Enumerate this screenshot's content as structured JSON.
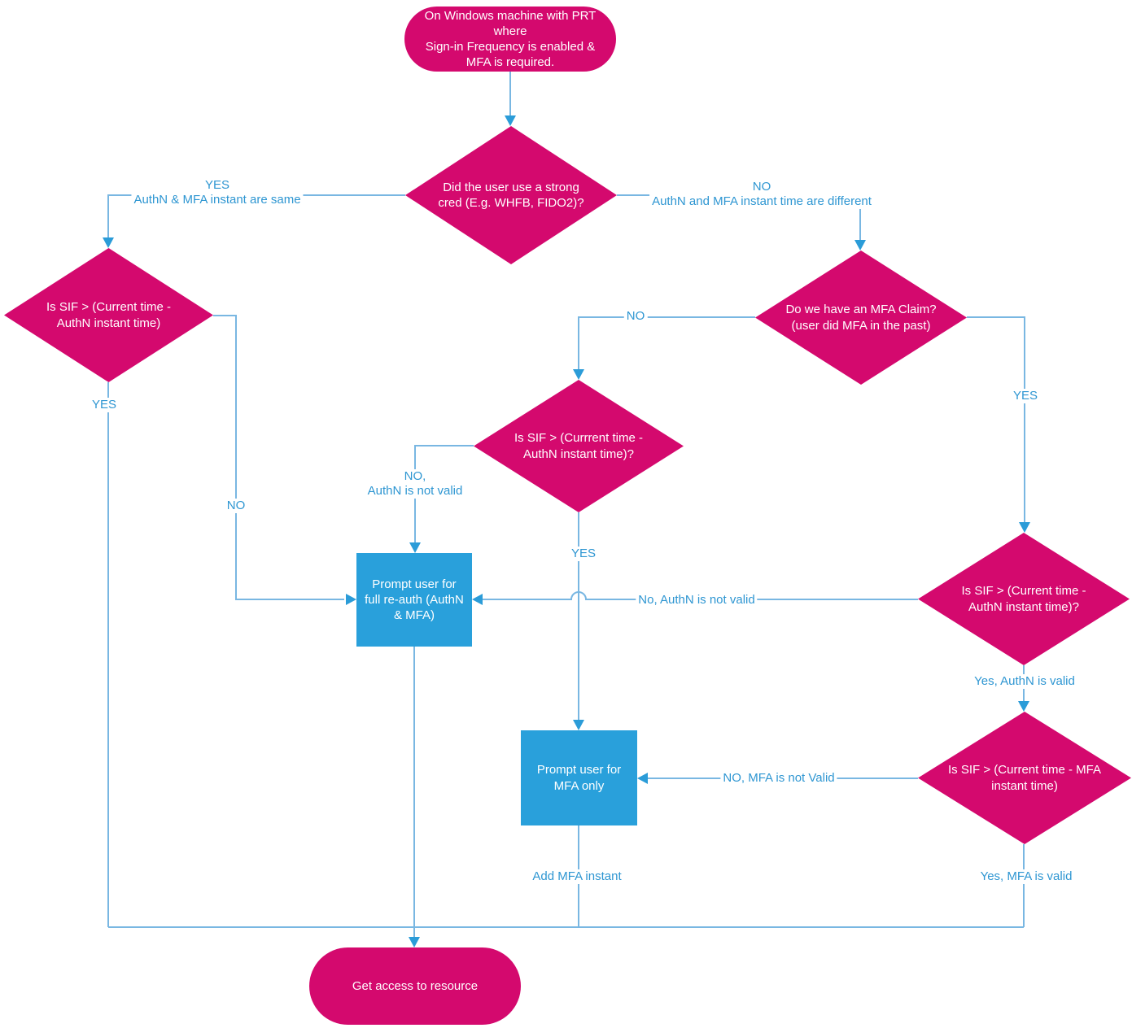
{
  "colors": {
    "node_pink": "#D4096E",
    "node_blue": "#29A0DB",
    "connector": "#79B7E2",
    "arrow": "#2B9CD8",
    "label_text": "#2E96D2",
    "node_text": "#FFFFFF"
  },
  "nodes": {
    "start": {
      "label": "On Windows machine with PRT\nwhere\nSign-in Frequency is enabled &\nMFA is required."
    },
    "strong_cred": {
      "label": "Did the user use a strong\ncred (E.g. WHFB, FIDO2)?"
    },
    "sif_authn_left": {
      "label": "Is SIF > (Current time -\nAuthN instant time)"
    },
    "mfa_claim": {
      "label": "Do we have an MFA Claim?\n(user did MFA in the past)"
    },
    "sif_authn_mid": {
      "label": "Is SIF > (Currrent time -\nAuthN instant time)?"
    },
    "prompt_full_reauth": {
      "label": "Prompt user for\nfull re-auth (AuthN\n& MFA)"
    },
    "sif_authn_right": {
      "label": "Is SIF > (Current time -\nAuthN instant time)?"
    },
    "sif_mfa": {
      "label": "Is SIF > (Current time - MFA\ninstant time)"
    },
    "prompt_mfa_only": {
      "label": "Prompt user for\nMFA only"
    },
    "end": {
      "label": "Get access to resource"
    }
  },
  "edge_labels": {
    "yes_same": "YES\nAuthN & MFA instant are same",
    "no_different": "NO\nAuthN and MFA instant time are different",
    "left_yes": "YES",
    "left_no": "NO",
    "claim_no": "NO",
    "claim_yes": "YES",
    "mid_no": "NO,\nAuthN is not valid",
    "mid_yes": "YES",
    "right_no_authn": "No, AuthN is not valid",
    "right_yes_authn": "Yes, AuthN is valid",
    "mfa_no": "NO, MFA is not Valid",
    "mfa_yes": "Yes, MFA is valid",
    "add_mfa": "Add MFA instant"
  }
}
